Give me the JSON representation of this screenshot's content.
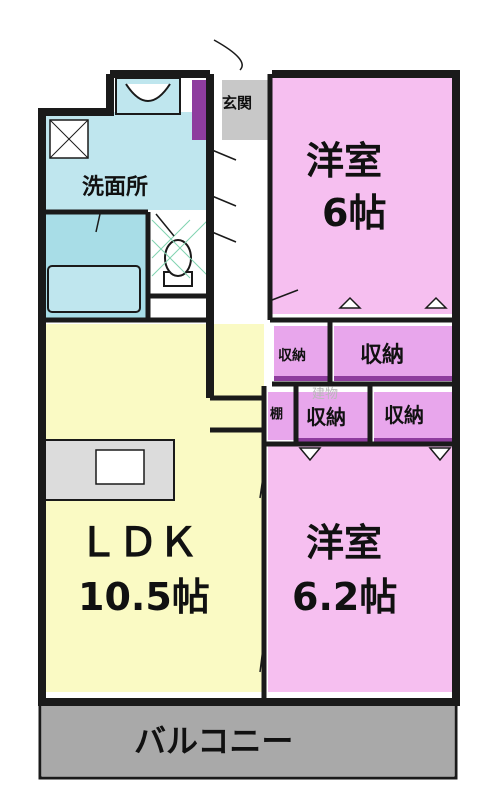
{
  "colors": {
    "wall": "#1a1a1a",
    "washroom": "#bfe6ee",
    "bath": "#a8dde7",
    "toilet": "#ffffff",
    "entrance": "#c8c8c8",
    "western_room": "#f6bff0",
    "storage": "#e8a6ec",
    "ldk": "#fafac4",
    "balcony": "#a9a9a9",
    "kitchen_counter": "#dcdcdc",
    "closet_door": "#8e3c9e"
  },
  "rooms": {
    "entrance": {
      "label": "玄関"
    },
    "washroom": {
      "label": "洗面所"
    },
    "western1": {
      "label_line1": "洋室",
      "label_line2": "6帖"
    },
    "western2": {
      "label_line1": "洋室",
      "label_line2": "6.2帖"
    },
    "ldk": {
      "label_line1": "ＬＤＫ",
      "label_line2": "10.5帖"
    },
    "storage_small": {
      "label": "収納"
    },
    "storage_r1": {
      "label": "収納"
    },
    "shelf": {
      "label": "棚"
    },
    "storage_mid": {
      "label": "収納"
    },
    "storage_right": {
      "label": "収納"
    },
    "balcony": {
      "label": "バルコニー"
    }
  },
  "watermark": "建物"
}
